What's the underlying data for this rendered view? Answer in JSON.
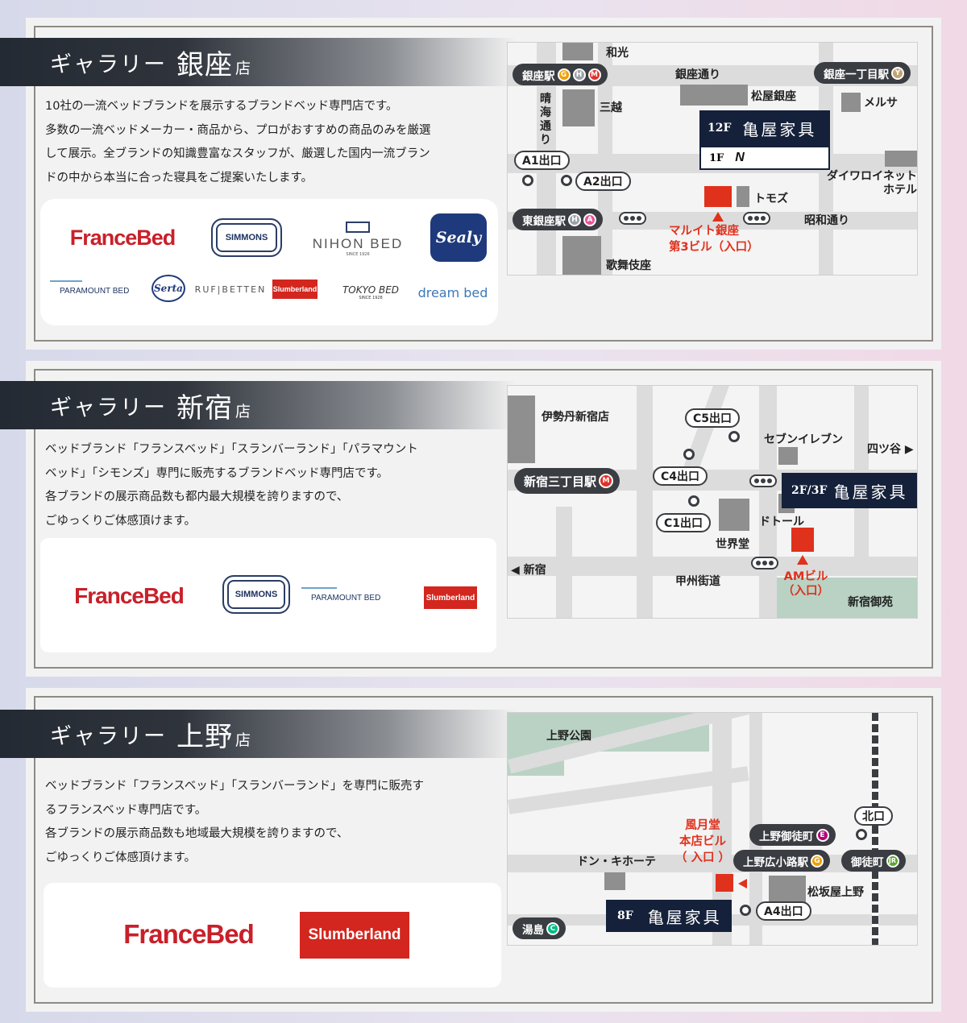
{
  "galleries": [
    {
      "prefix": "ギャラリー",
      "name": "銀座",
      "suffix": "店",
      "description": [
        "10社の一流ベッドブランドを展示するブランドベッド専門店です。",
        "多数の一流ベッドメーカー・商品から、プロがおすすめの商品のみを厳選",
        "して展示。全ブランドの知識豊富なスタッフが、厳選した国内一流ブラン",
        "ドの中から本当に合った寝具をご提案いたします。"
      ],
      "brands": [
        "FranceBed",
        "SIMMONS",
        "NIHON BED",
        "SINCE 1926",
        "Sealy",
        "PARAMOUNT BED",
        "Serta",
        "RUF|BETTEN",
        "Slumberland",
        "TOKYO BED",
        "SINCE 1928",
        "dream bed"
      ],
      "map": {
        "store_floor": "12F",
        "store_name": "亀屋家具",
        "floor2": "1F",
        "building": [
          "マルイト銀座",
          "第3ビル（入口）"
        ],
        "labels": {
          "wako": "和光",
          "ginza_dori": "銀座通り",
          "matsuya": "松屋銀座",
          "mitsukoshi": "三越",
          "melsa": "メルサ",
          "harumi": [
            "晴",
            "海",
            "通",
            "り"
          ],
          "daiwa": [
            "ダイワロイネット",
            "ホテル"
          ],
          "tomoz": "トモズ",
          "showa": "昭和通り",
          "kabukiza": "歌舞伎座"
        },
        "stations": {
          "ginza": "銀座駅",
          "ginza1": "銀座一丁目駅",
          "higashi": "東銀座駅"
        },
        "badges": {
          "g": "G",
          "h": "H",
          "m": "M",
          "y": "Y",
          "a": "A"
        },
        "exits": {
          "a1": "A1出口",
          "a2": "A2出口"
        }
      }
    },
    {
      "prefix": "ギャラリー",
      "name": "新宿",
      "suffix": "店",
      "description": [
        "ベッドブランド「フランスベッド」「スランバーランド」「パラマウント",
        "ベッド」「シモンズ」専門に販売するブランドベッド専門店です。",
        "各ブランドの展示商品数も都内最大規模を誇りますので、",
        "ごゆっくりご体感頂けます。"
      ],
      "brands": [
        "FranceBed",
        "SIMMONS",
        "PARAMOUNT BED",
        "Slumberland"
      ],
      "map": {
        "store_floor": "2F/3F",
        "store_name": "亀屋家具",
        "building": [
          "AMビル",
          "（入口）"
        ],
        "labels": {
          "isetan": "伊勢丹新宿店",
          "seven": "セブンイレブン",
          "yotsuya": "四ツ谷 ▶",
          "doutor": "ドトール",
          "sekaido": "世界堂",
          "shinjuku": "◀ 新宿",
          "koshu": "甲州街道",
          "gyoen": "新宿御苑"
        },
        "stations": {
          "sanchome": "新宿三丁目駅"
        },
        "badges": {
          "m": "M"
        },
        "exits": {
          "c5": "C5出口",
          "c4": "C4出口",
          "c1": "C1出口"
        }
      }
    },
    {
      "prefix": "ギャラリー",
      "name": "上野",
      "suffix": "店",
      "description": [
        "ベッドブランド「フランスベッド」「スランバーランド」を専門に販売す",
        "るフランスベッド専門店です。",
        "各ブランドの展示商品数も地域最大規模を誇りますので、",
        "ごゆっくりご体感頂けます。"
      ],
      "brands": [
        "FranceBed",
        "Slumberland"
      ],
      "map": {
        "store_floor": "8F",
        "store_name": "亀屋家具",
        "building": [
          "風月堂",
          "本店ビル",
          "（ 入口 ）"
        ],
        "labels": {
          "park": "上野公園",
          "donki": "ドン・キホーテ",
          "matsuzakaya": "松坂屋上野"
        },
        "stations": {
          "okachimachi": "上野御徒町",
          "hirokoji": "上野広小路駅",
          "yushima": "湯島",
          "okachi_jr": "御徒町"
        },
        "badges": {
          "e": "E",
          "g": "G",
          "c": "C",
          "jr": "JR"
        },
        "exits": {
          "north": "北口",
          "a4": "A4出口"
        }
      }
    }
  ],
  "colors": {
    "banner_dark": "#242a33",
    "accent_red": "#e0311c",
    "store_navy": "#15213a",
    "francebed_red": "#c8202a",
    "ginza_line": "#f0a000",
    "hibiya_line": "#9aa1a8",
    "marunouchi_line": "#e0322a",
    "yurakucho_line": "#c1a470",
    "asakusa_line": "#e85298",
    "oedo_line": "#b6007a",
    "chiyoda_line": "#00bb85",
    "jr": "#5aa530"
  }
}
